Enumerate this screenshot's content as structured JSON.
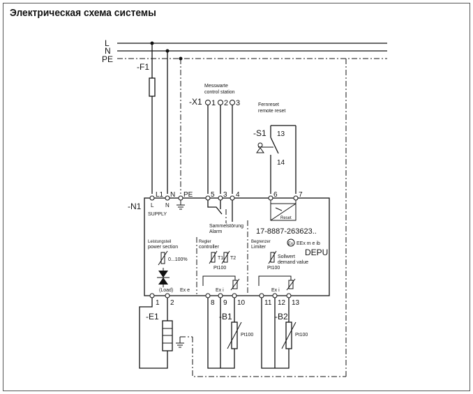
{
  "page": {
    "title": "Электрическая схема системы"
  },
  "bus": {
    "l": "L",
    "n": "N",
    "pe": "PE"
  },
  "fuse": {
    "label": "-F1"
  },
  "device": {
    "label": "-N1",
    "terminals": {
      "l1": "L1",
      "n": "N",
      "pe": "PE",
      "t5": "5",
      "t3": "3",
      "t4": "4",
      "t6": "6",
      "t7": "7",
      "t1": "1",
      "t2": "2",
      "t8": "8",
      "t9": "9",
      "t10": "10",
      "t11": "11",
      "t12": "12",
      "t13": "13"
    },
    "supply": "SUPPLY",
    "supply_l": "L",
    "supply_n": "N",
    "alarm_de": "Sammelstörung",
    "alarm_en": "Alarm",
    "reset": "Reset",
    "part_number": "17-8887-263623..",
    "ex_marking": "EEx m e ib",
    "model": "DEPU",
    "power_section_de": "Leistungsteil",
    "power_section_en": "power section",
    "power_range": "0...100%",
    "load": "(Load)",
    "ex_e": "Ex e",
    "controller_de": "Regler",
    "controller_en": "controller",
    "t1": "T1",
    "t2": "T2",
    "pt100": "Pt100",
    "ex_i": "Ex i",
    "limiter_de": "Begrenzer",
    "limiter_en": "Limiter",
    "setpoint_de": "Sollwert",
    "setpoint_en": "demand value",
    "pt100_b": "Pt100",
    "ex_i_b": "Ex i"
  },
  "control_station": {
    "label_de": "Messwarte",
    "label_en": "control station",
    "connector": "-X1",
    "pin1": "1",
    "pin2": "2",
    "pin3": "3"
  },
  "remote_reset": {
    "label_de": "Fernreset",
    "label_en": "remote reset",
    "switch": "-S1",
    "pin13": "13",
    "pin14": "14"
  },
  "heater": {
    "label": "-E1"
  },
  "sensor_b1": {
    "label": "-B1",
    "element": "Pt100"
  },
  "sensor_b2": {
    "label": "-B2",
    "element": "Pt100"
  }
}
